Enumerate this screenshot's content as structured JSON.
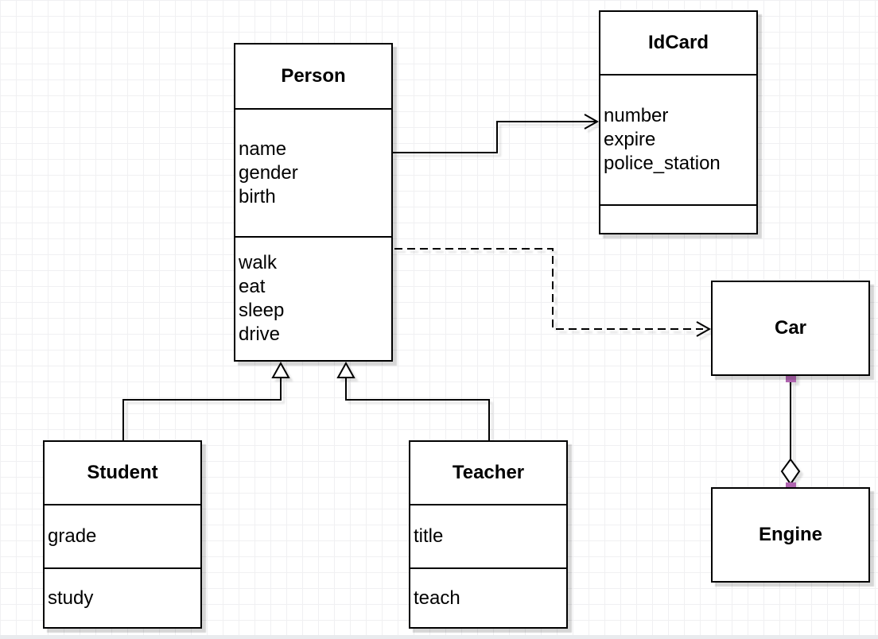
{
  "diagram": {
    "type": "uml-class-diagram",
    "background": "#ffffff",
    "grid_color": "#f0f0f2",
    "line_color": "#000000",
    "endpoint_marker_color": "#b065b0"
  },
  "classes": {
    "person": {
      "title": "Person",
      "attributes": [
        "name",
        "gender",
        "birth"
      ],
      "methods": [
        "walk",
        "eat",
        "sleep",
        "drive"
      ]
    },
    "idcard": {
      "title": "IdCard",
      "attributes": [
        "number",
        "expire",
        "police_station"
      ],
      "methods": []
    },
    "car": {
      "title": "Car",
      "attributes": [],
      "methods": []
    },
    "engine": {
      "title": "Engine",
      "attributes": [],
      "methods": []
    },
    "student": {
      "title": "Student",
      "attributes": [
        "grade"
      ],
      "methods": [
        "study"
      ]
    },
    "teacher": {
      "title": "Teacher",
      "attributes": [
        "title"
      ],
      "methods": [
        "teach"
      ]
    }
  },
  "relationships": [
    {
      "from": "Person",
      "to": "IdCard",
      "type": "association",
      "line": "solid",
      "arrow": "open"
    },
    {
      "from": "Person",
      "to": "Car",
      "type": "dependency",
      "line": "dashed",
      "arrow": "open"
    },
    {
      "from": "Student",
      "to": "Person",
      "type": "generalization",
      "line": "solid",
      "arrow": "hollow-triangle"
    },
    {
      "from": "Teacher",
      "to": "Person",
      "type": "generalization",
      "line": "solid",
      "arrow": "hollow-triangle"
    },
    {
      "from": "Car",
      "to": "Engine",
      "type": "aggregation",
      "line": "solid",
      "arrow": "hollow-diamond",
      "endpoint_color": "#b065b0"
    }
  ]
}
